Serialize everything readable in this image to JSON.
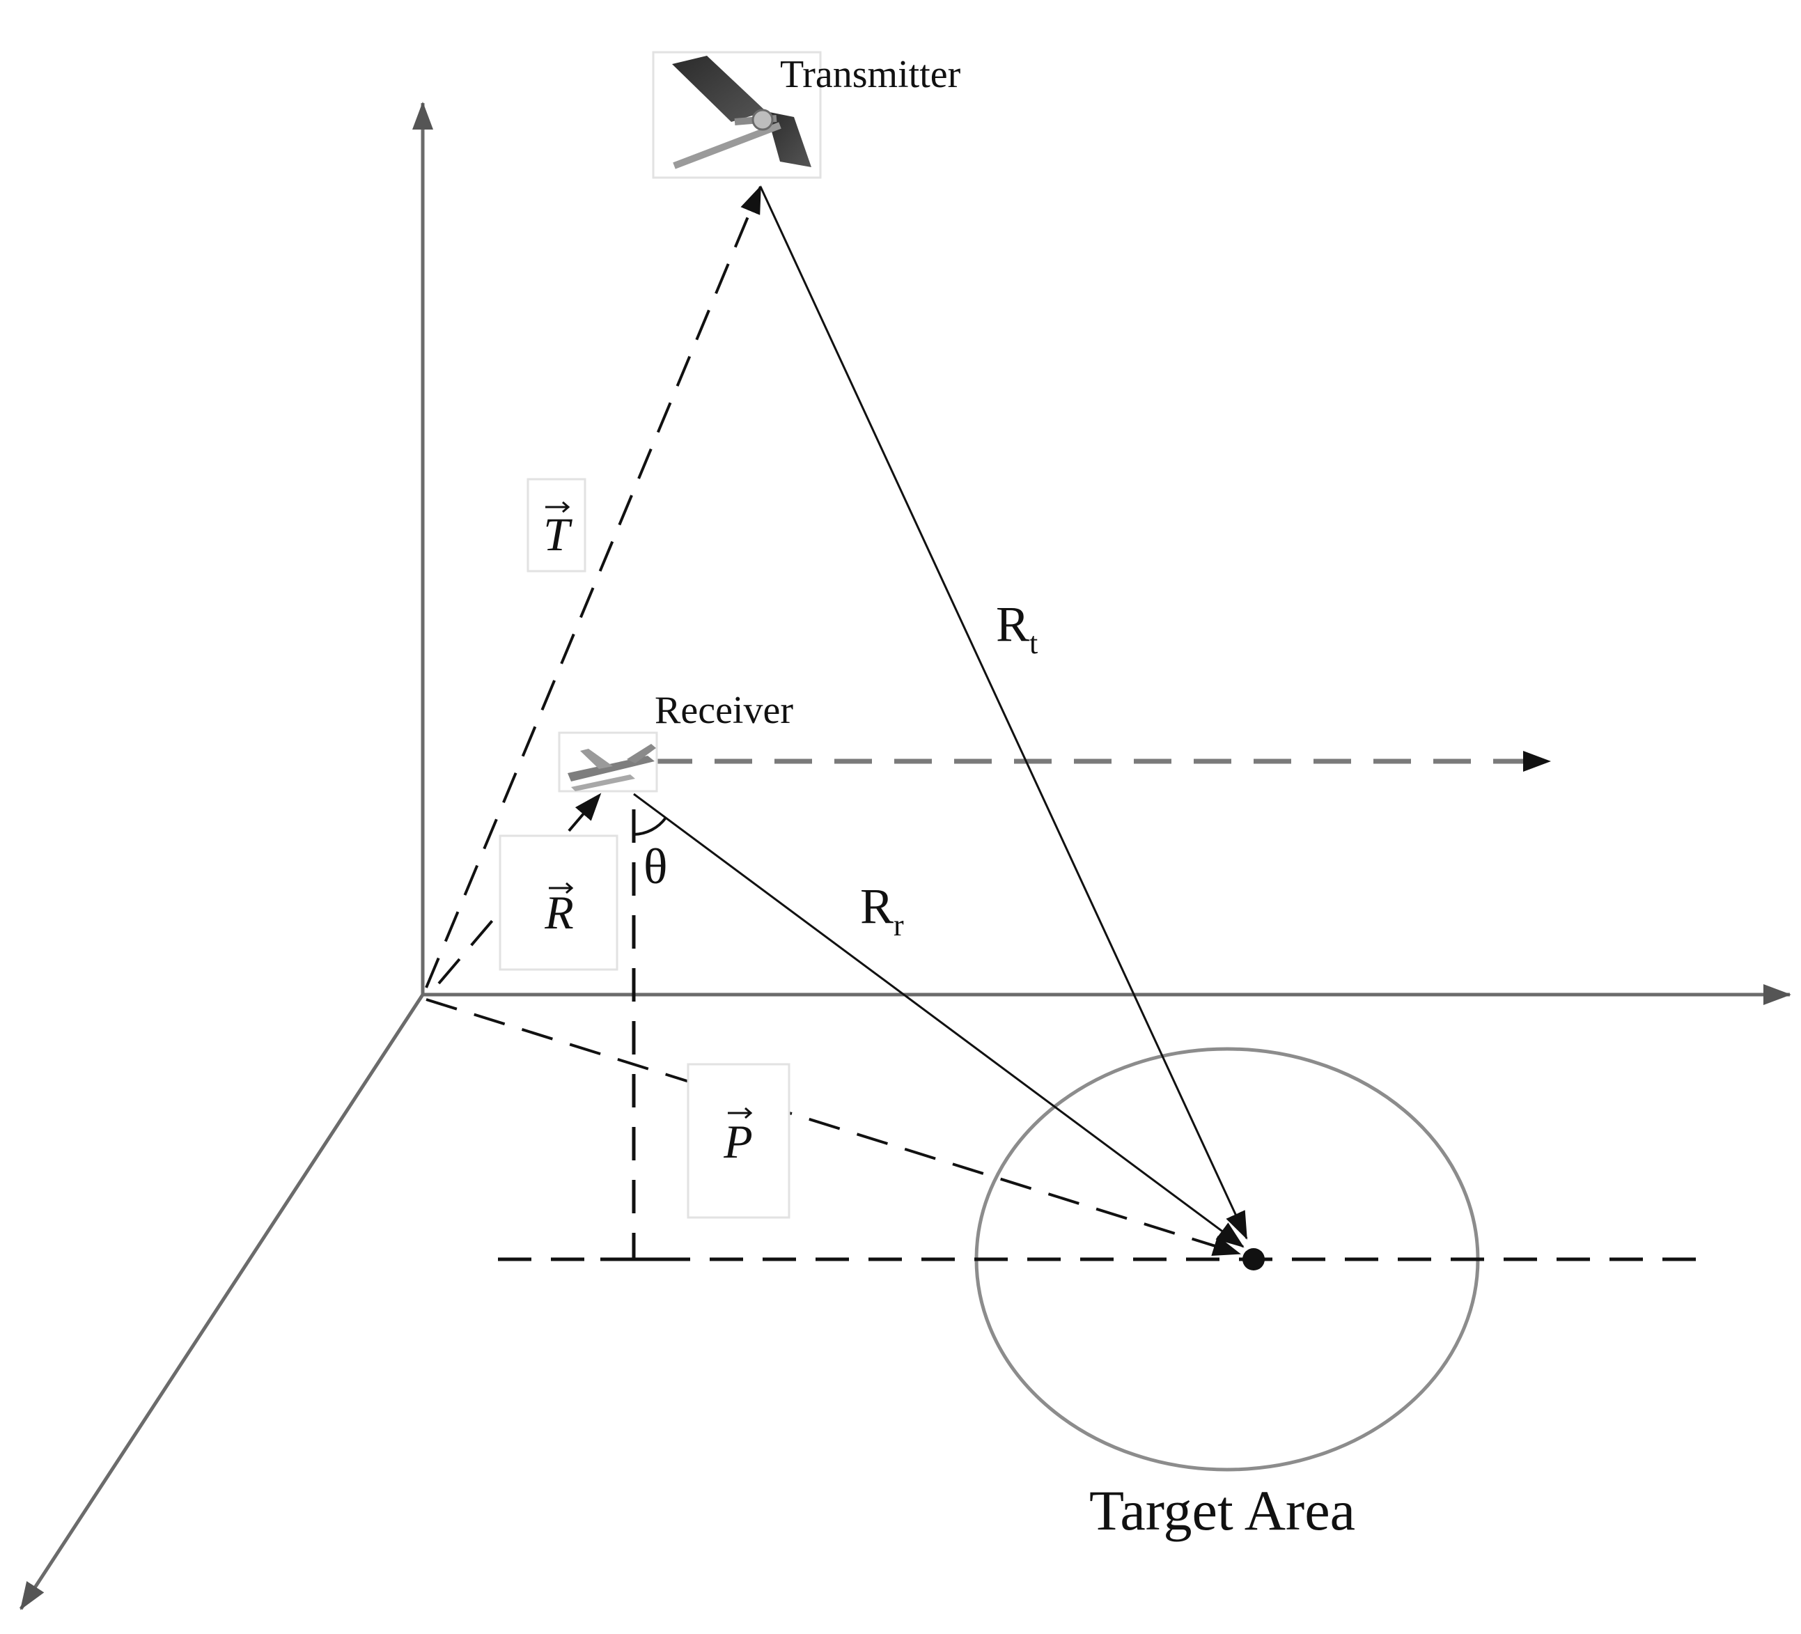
{
  "labels": {
    "transmitter": "Transmitter",
    "receiver": "Receiver",
    "vector_t": "T",
    "vector_r": "R",
    "vector_p": "P",
    "range_t_base": "R",
    "range_t_sub": "t",
    "range_r_base": "R",
    "range_r_sub": "r",
    "angle": "θ",
    "target_area": "Target Area"
  },
  "icons": {
    "transmitter": "satellite-icon",
    "receiver": "aircraft-icon",
    "target": "target-point-icon"
  },
  "colors": {
    "axis": "#6b6b6b",
    "line": "#111111",
    "dashed_gray": "#7a7a7a",
    "circle": "#8c8c8c"
  }
}
